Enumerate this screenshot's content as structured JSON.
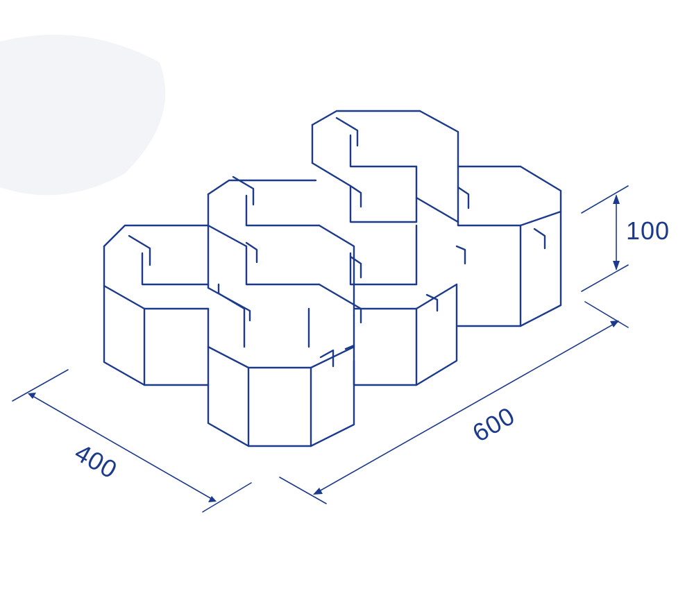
{
  "colors": {
    "line": "#1c3a8c",
    "background": "#ffffff"
  },
  "dimensions": {
    "height_label": "100",
    "length_label": "600",
    "width_label": "400"
  }
}
